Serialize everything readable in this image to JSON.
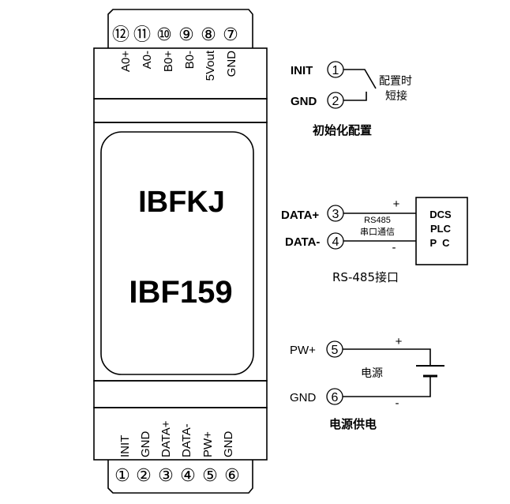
{
  "module": {
    "brand": "IBFKJ",
    "model": "IBF159",
    "top_pins": [
      {
        "num": "⑫",
        "label": "A0+"
      },
      {
        "num": "⑪",
        "label": "A0-"
      },
      {
        "num": "⑩",
        "label": "B0+"
      },
      {
        "num": "⑨",
        "label": "B0-"
      },
      {
        "num": "⑧",
        "label": "5Vout"
      },
      {
        "num": "⑦",
        "label": "GND"
      }
    ],
    "bottom_pins": [
      {
        "num": "①",
        "label": "INIT"
      },
      {
        "num": "②",
        "label": "GND"
      },
      {
        "num": "③",
        "label": "DATA+"
      },
      {
        "num": "④",
        "label": "DATA-"
      },
      {
        "num": "⑤",
        "label": "PW+"
      },
      {
        "num": "⑥",
        "label": "GND"
      }
    ]
  },
  "init_config": {
    "pin1_label": "INIT",
    "pin1_num": "1",
    "pin2_label": "GND",
    "pin2_num": "2",
    "note_line1": "配置时",
    "note_line2": "短接",
    "caption": "初始化配置"
  },
  "rs485": {
    "pin3_label": "DATA+",
    "pin3_num": "3",
    "pin4_label": "DATA-",
    "pin4_num": "4",
    "plus": "+",
    "minus": "-",
    "wire_line1": "RS485",
    "wire_line2": "串口通信",
    "device_line1": "DCS",
    "device_line2": "PLC",
    "device_line3": "P  C",
    "caption": "RS-485接口"
  },
  "power": {
    "pin5_label": "PW+",
    "pin5_num": "5",
    "pin6_label": "GND",
    "pin6_num": "6",
    "plus": "+",
    "minus": "-",
    "source_label": "电源",
    "caption": "电源供电"
  }
}
